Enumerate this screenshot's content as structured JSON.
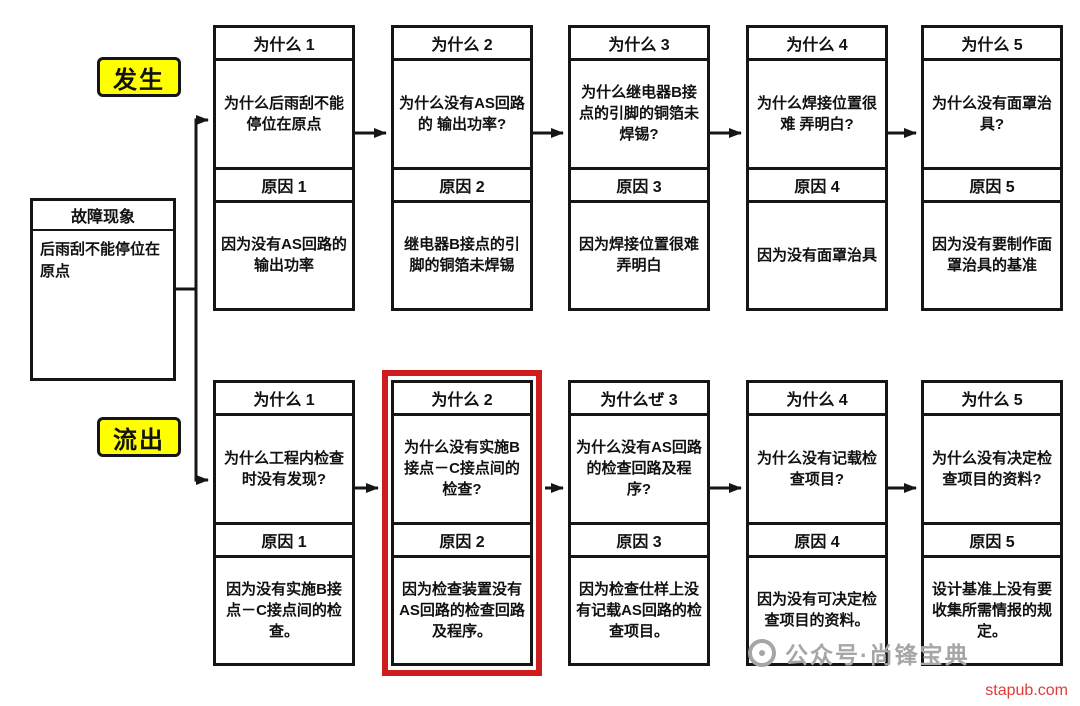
{
  "page": {
    "background": "#ffffff"
  },
  "colors": {
    "box_border": "#151515",
    "tag_background": "#ffff00",
    "highlight_frame": "#cf1d1d",
    "watermark_gray": "#a6a6a6",
    "site_red": "#e03a3a"
  },
  "labels": {
    "occurrence": "发生",
    "outflow": "流出"
  },
  "fault_box": {
    "title": "故障现象",
    "body": "后雨刮不能停位在原点"
  },
  "rows": {
    "top": {
      "boxes": [
        {
          "why_title": "为什么 1",
          "question": "为什么后雨刮不能停位在原点",
          "cause_title": "原因 1",
          "cause": "因为没有AS回路的 输出功率"
        },
        {
          "why_title": "为什么 2",
          "question": "为什么没有AS回路的 输出功率?",
          "cause_title": "原因 2",
          "cause": "继电器B接点的引脚的铜箔未焊锡"
        },
        {
          "why_title": "为什么 3",
          "question": "为什么继电器B接点的引脚的铜箔未焊锡?",
          "cause_title": "原因 3",
          "cause": "因为焊接位置很难 弄明白"
        },
        {
          "why_title": "为什么 4",
          "question": "为什么焊接位置很难 弄明白?",
          "cause_title": "原因 4",
          "cause": "因为没有面罩治具"
        },
        {
          "why_title": "为什么 5",
          "question": "为什么没有面罩治具?",
          "cause_title": "原因 5",
          "cause": "因为没有要制作面罩治具的基准"
        }
      ]
    },
    "bottom": {
      "boxes": [
        {
          "why_title": "为什么 1",
          "question": "为什么工程内检查时没有发现?",
          "cause_title": "原因 1",
          "cause": "因为没有实施B接点－C接点间的检查。"
        },
        {
          "why_title": "为什么 2",
          "question": "为什么没有实施B接点－C接点间的检查?",
          "cause_title": "原因 2",
          "cause": "因为检查装置没有AS回路的检查回路及程序。"
        },
        {
          "why_title": "为什么ぜ 3",
          "question": "为什么没有AS回路的检查回路及程序?",
          "cause_title": "原因 3",
          "cause": "因为检查仕样上没有记载AS回路的检查项目。"
        },
        {
          "why_title": "为什么 4",
          "question": "为什么没有记载检查项目?",
          "cause_title": "原因 4",
          "cause": "因为没有可决定检查项目的资料。"
        },
        {
          "why_title": "为什么 5",
          "question": "为什么没有决定检查项目的资料?",
          "cause_title": "原因 5",
          "cause": "设计基准上没有要收集所需情报的规定。"
        }
      ]
    }
  },
  "watermark": {
    "text": "公众号·尚锋宝典",
    "site": "stapub.com"
  }
}
